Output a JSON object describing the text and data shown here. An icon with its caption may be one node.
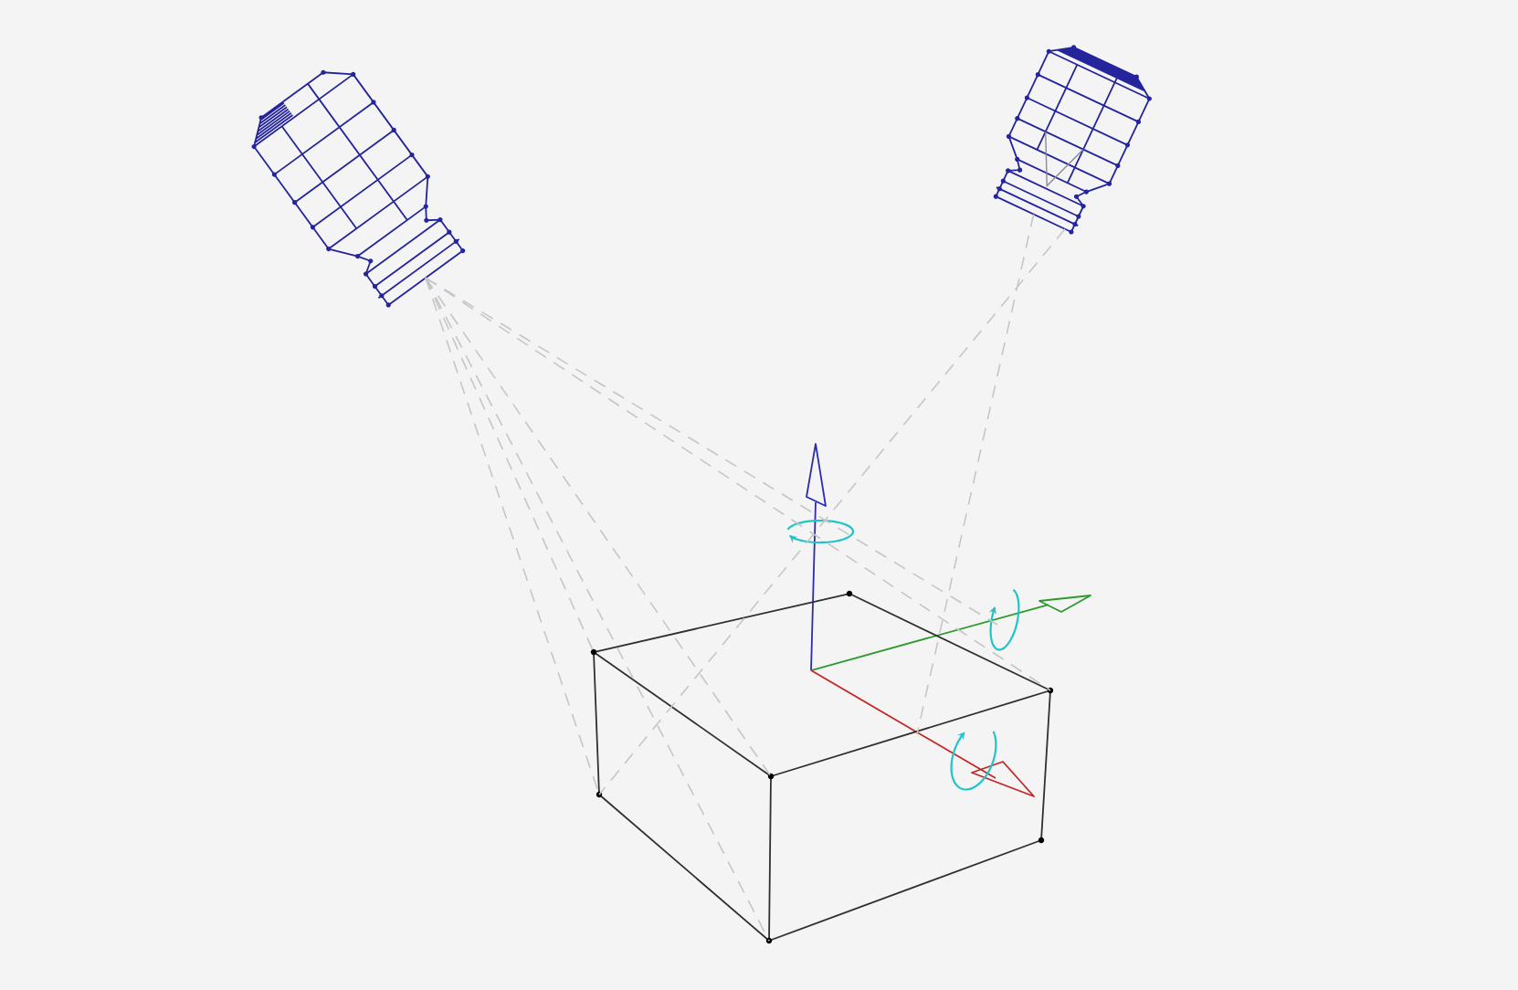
{
  "diagram": {
    "nodes": [
      {
        "text": [],
        "shape": "picture"
      },
      {
        "text": [],
        "shape": "picture"
      },
      {
        "text": [],
        "shape": "box"
      }
    ],
    "edges": [
      {
        "from": 0,
        "to": 2,
        "arrow": "none",
        "style": "dashed"
      },
      {
        "from": 0,
        "to": 2,
        "arrow": "none",
        "style": "dashed"
      },
      {
        "from": 0,
        "to": 2,
        "arrow": "none",
        "style": "dashed"
      },
      {
        "from": 0,
        "to": 2,
        "arrow": "none",
        "style": "dashed"
      },
      {
        "from": 0,
        "to": 2,
        "arrow": "none",
        "style": "dashed"
      },
      {
        "from": 0,
        "to": 2,
        "arrow": "none",
        "style": "dashed"
      },
      {
        "from": 1,
        "to": 2,
        "arrow": "none",
        "style": "dashed"
      },
      {
        "from": 1,
        "to": 2,
        "arrow": "none",
        "style": "dashed"
      }
    ]
  }
}
